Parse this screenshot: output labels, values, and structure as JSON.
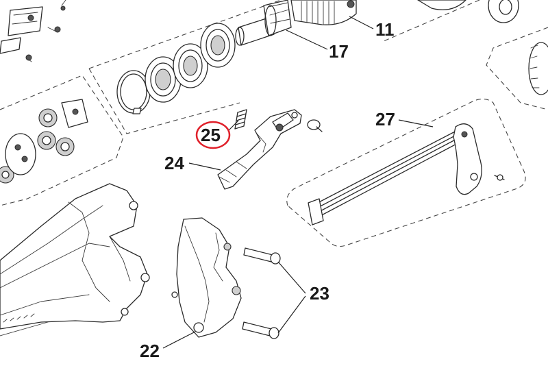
{
  "callouts": {
    "c11": "11",
    "c17": "17",
    "c22": "22",
    "c23": "23",
    "c24": "24",
    "c25": "25",
    "c27": "27"
  },
  "highlight_color": "#e0202a"
}
